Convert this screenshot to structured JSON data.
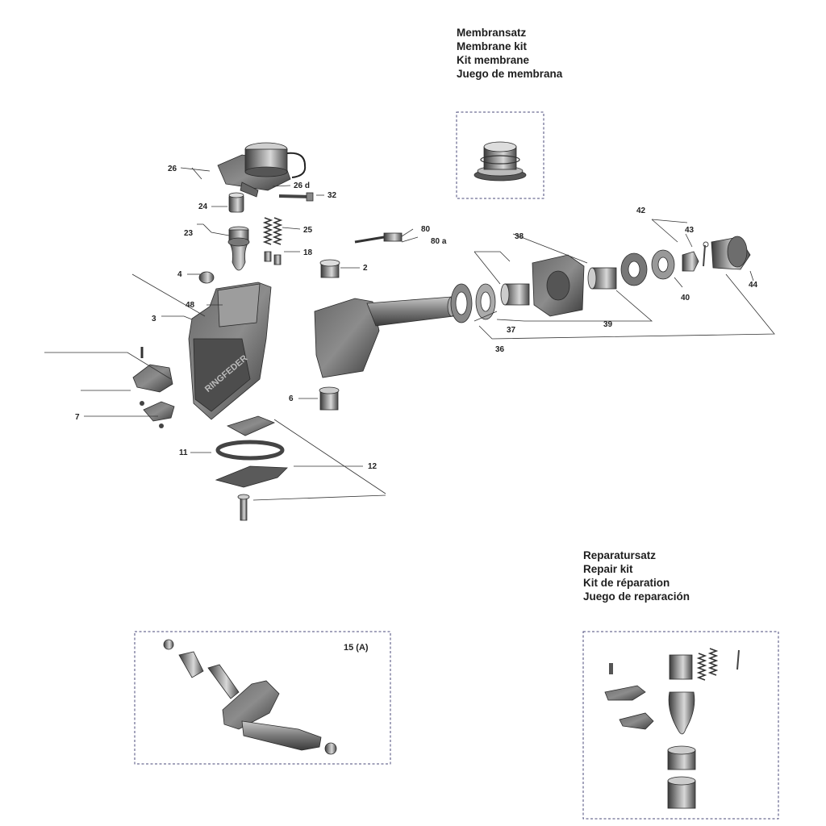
{
  "membrane_kit": {
    "lines": [
      "Membransatz",
      "Membrane kit",
      "Kit membrane",
      "Juego de membrana"
    ]
  },
  "repair_kit": {
    "lines": [
      "Reparatursatz",
      "Repair kit",
      "Kit de réparation",
      "Juego de reparación"
    ]
  },
  "detail_box": {
    "label": "15 (A)"
  },
  "callouts": {
    "c26": "26",
    "c26d": "26 d",
    "c32": "32",
    "c24": "24",
    "c23": "23",
    "c25": "25",
    "c18": "18",
    "c2": "2",
    "c4": "4",
    "c48": "48",
    "c3": "3",
    "c7": "7",
    "c6": "6",
    "c11": "11",
    "c12": "12",
    "c80": "80",
    "c80a": "80 a",
    "c38": "38",
    "c37": "37",
    "c36": "36",
    "c39": "39",
    "c40": "40",
    "c42": "42",
    "c43": "43",
    "c44": "44"
  },
  "brand_text": "RINGFEDER"
}
